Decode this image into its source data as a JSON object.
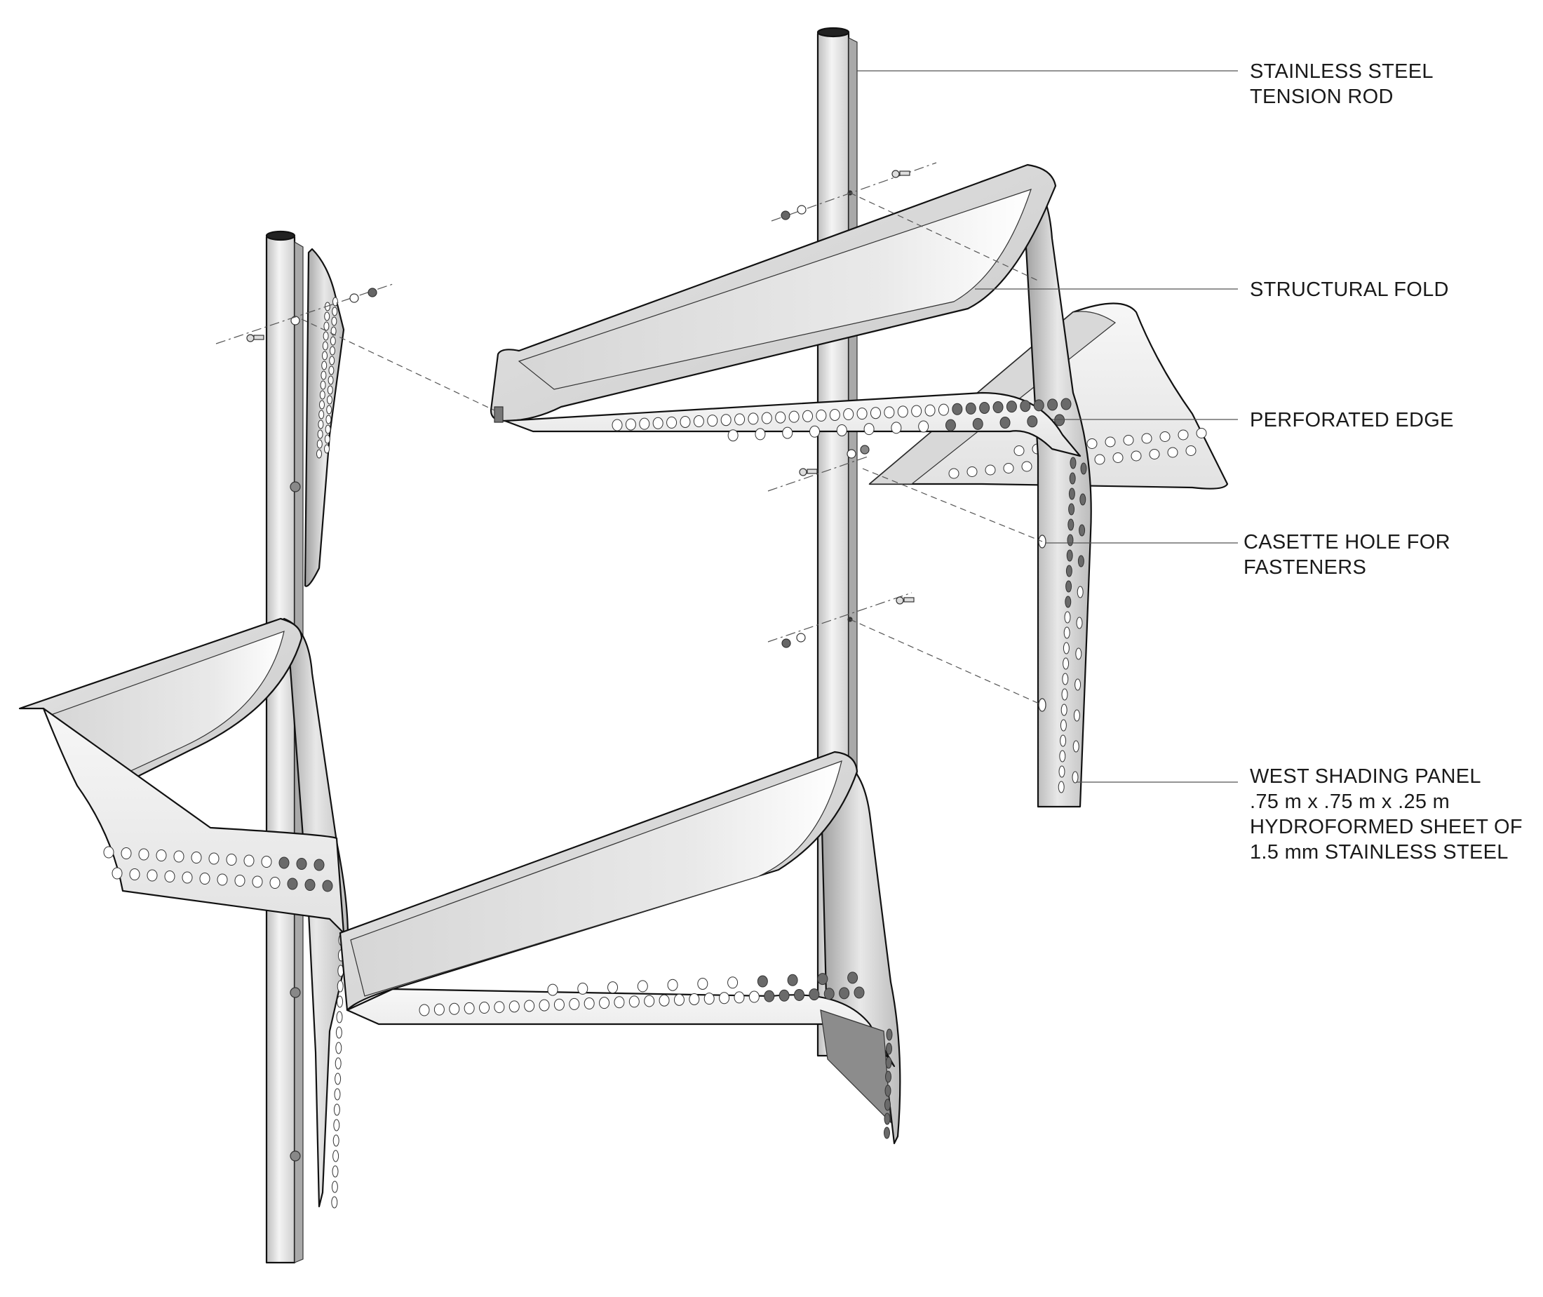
{
  "labels": {
    "tension_rod": [
      "STAINLESS STEEL",
      "TENSION ROD"
    ],
    "structural_fold": [
      "STRUCTURAL FOLD"
    ],
    "perforated_edge": [
      "PERFORATED EDGE"
    ],
    "cassette_hole": [
      "CASETTE HOLE FOR",
      "FASTENERS"
    ],
    "shading_panel": [
      "WEST SHADING PANEL",
      ".75 m x .75 m x .25 m",
      "HYDROFORMED SHEET OF",
      "1.5 mm STAINLESS STEEL"
    ]
  },
  "colors": {
    "background": "#ffffff",
    "outline": "#111111",
    "steel_light": "#f2f2f2",
    "steel_mid": "#d4d4d4",
    "steel_dark": "#a8a8a8",
    "perforation": "#666666"
  }
}
